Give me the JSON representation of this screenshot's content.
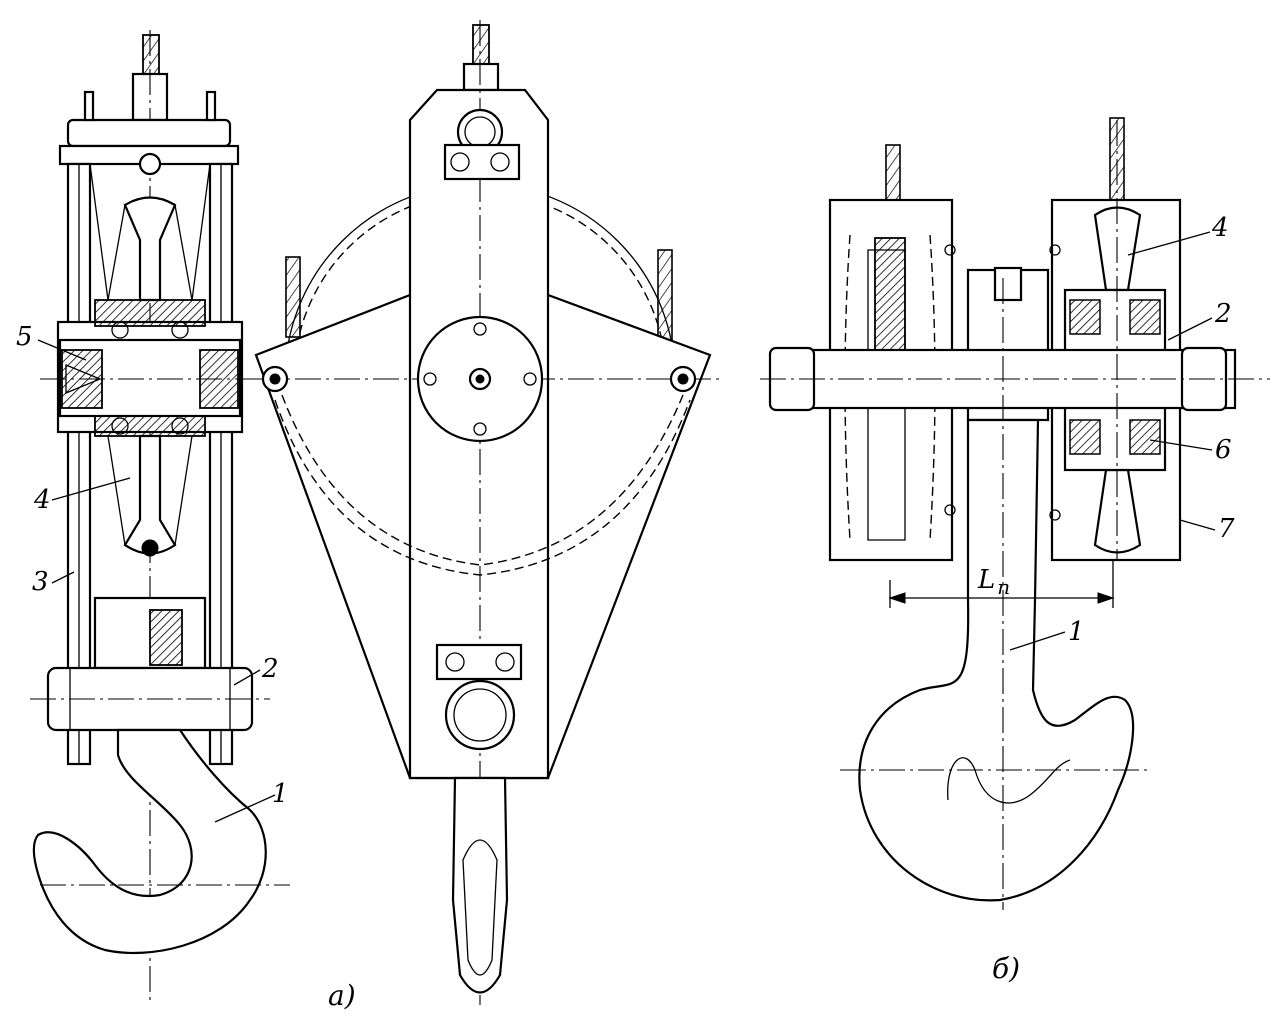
{
  "figure": {
    "caption_a": "а)",
    "caption_b": "б)",
    "dimension_label": "L",
    "dimension_subscript": "п"
  },
  "labels_a": {
    "l1": "1",
    "l2": "2",
    "l3": "3",
    "l4": "4",
    "l5": "5"
  },
  "labels_b": {
    "l1": "1",
    "l2": "2",
    "l4": "4",
    "l6": "6",
    "l7": "7"
  }
}
